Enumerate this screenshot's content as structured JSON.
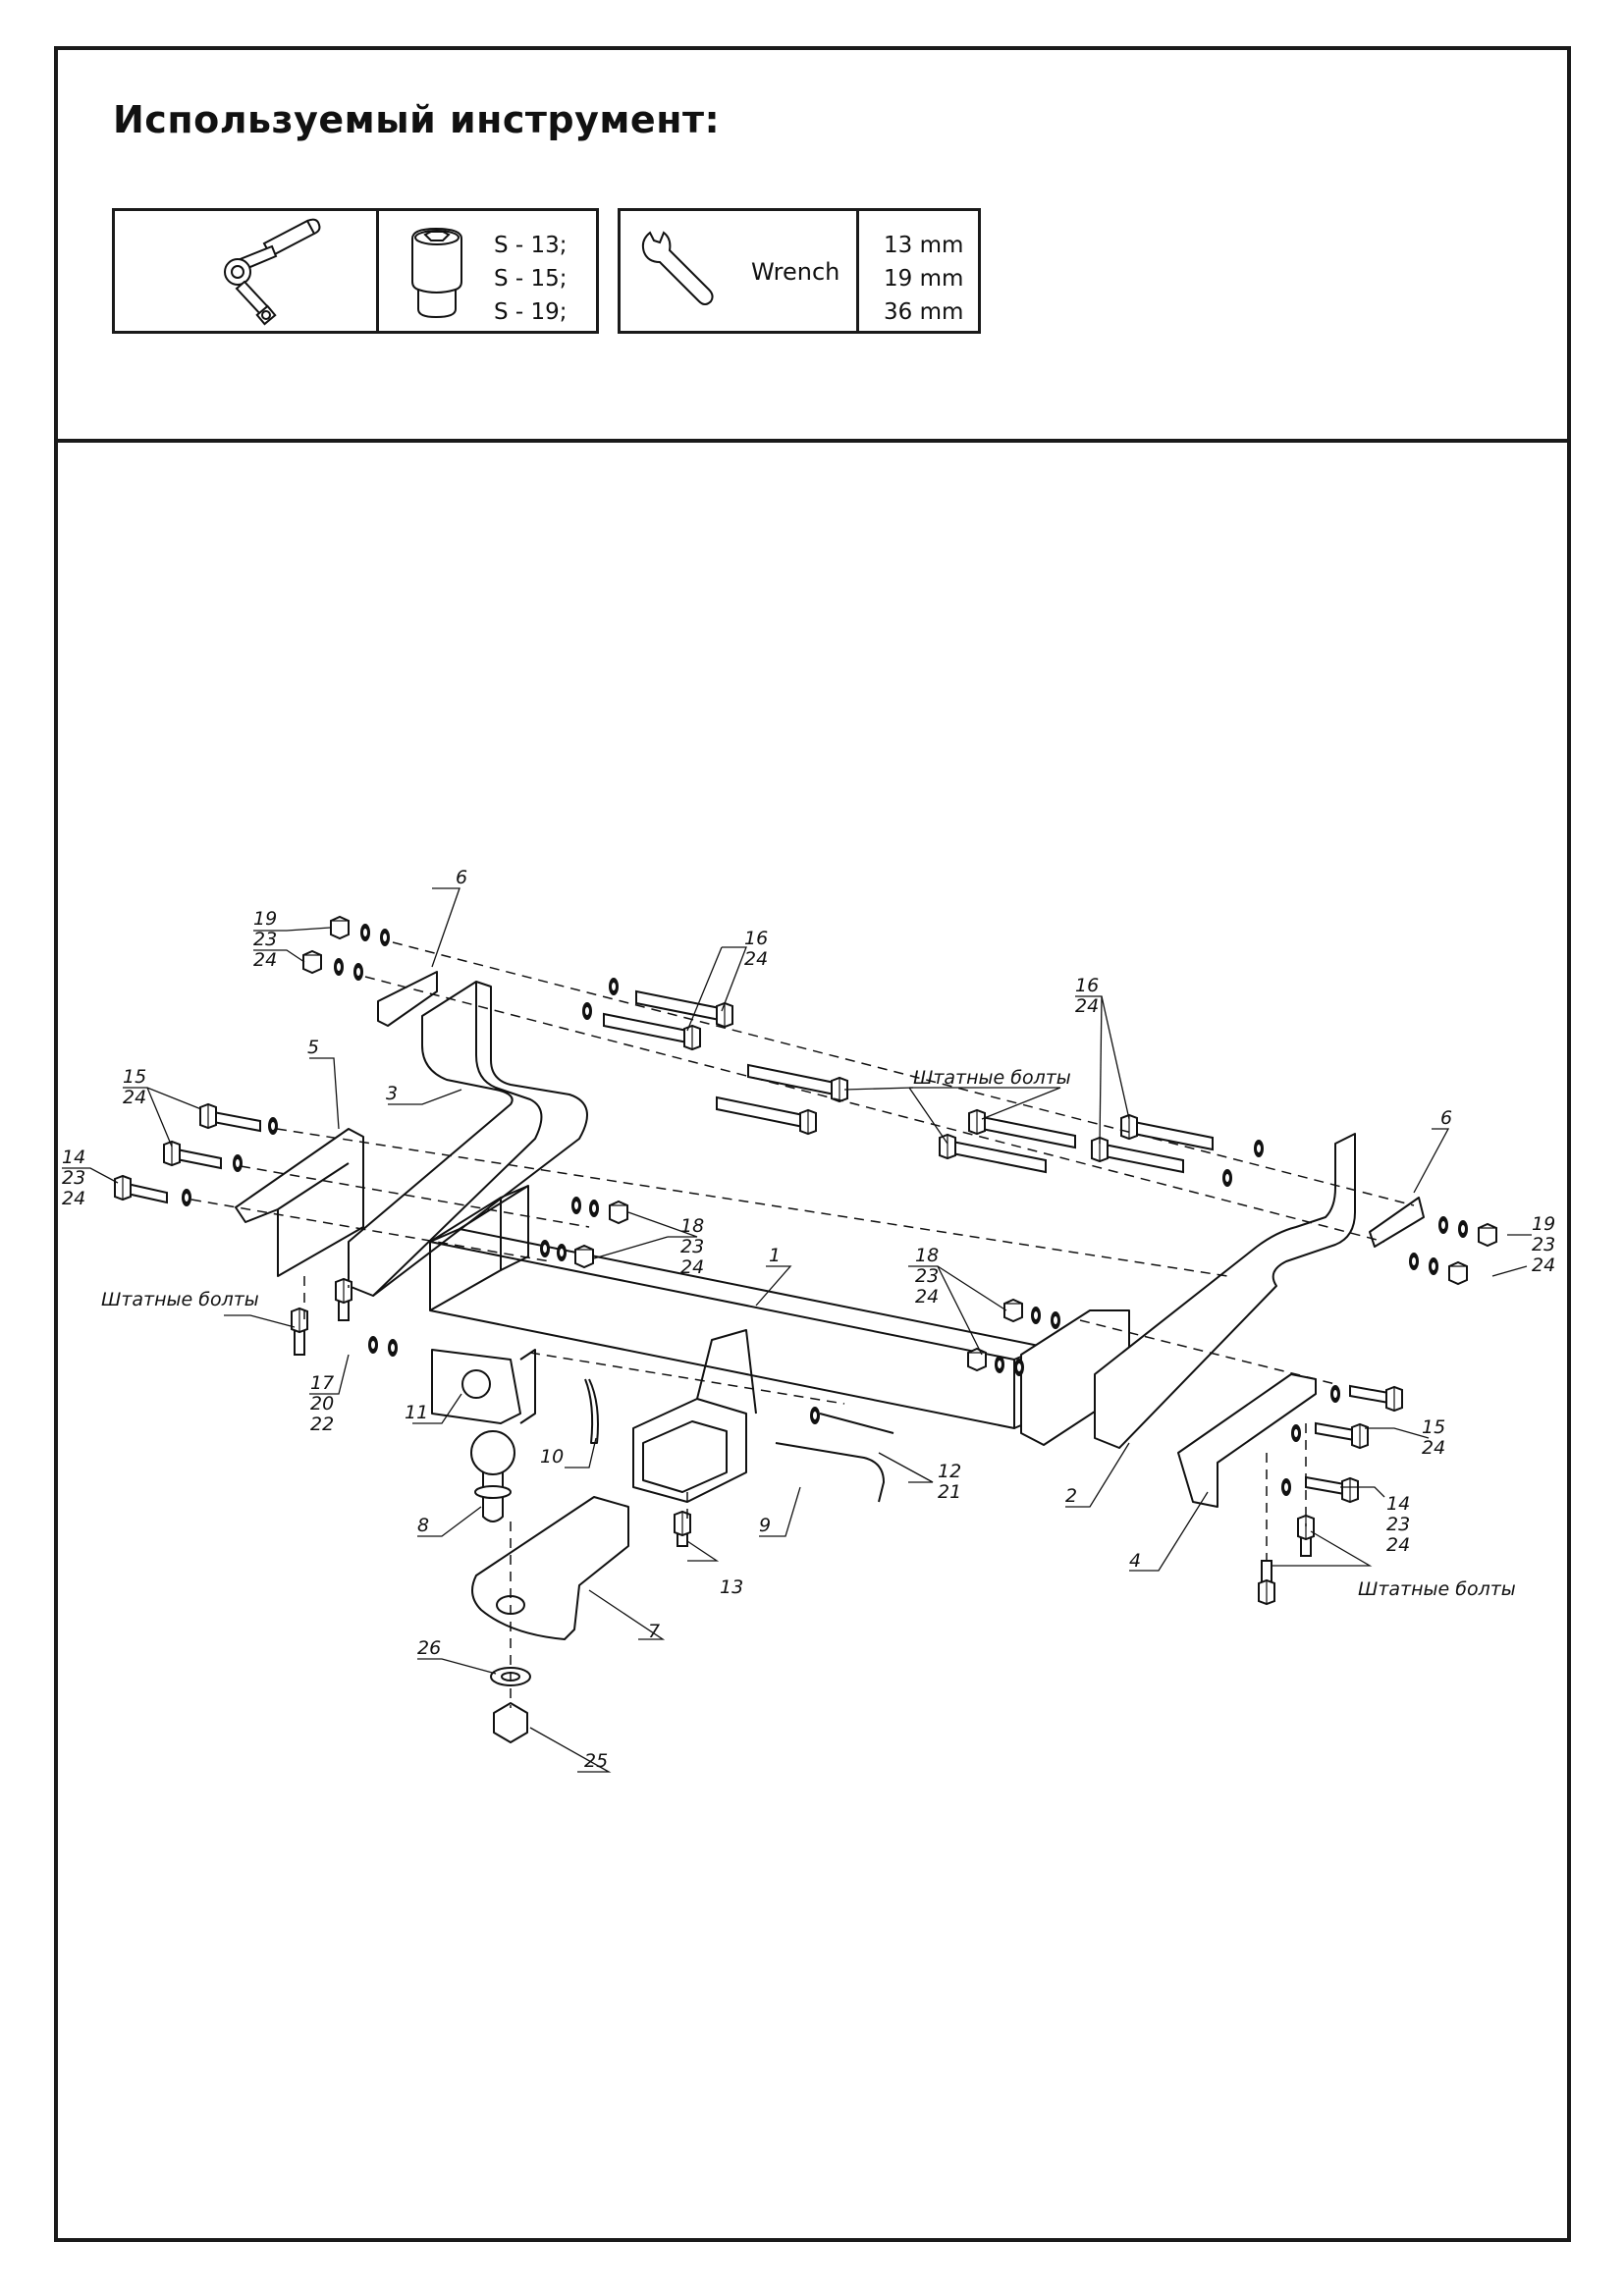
{
  "header": {
    "title": "Используемый инструмент:"
  },
  "tools": {
    "socket_sizes": [
      "S - 13;",
      "S - 15;",
      "S - 19;"
    ],
    "wrench_label": "Wrench",
    "wrench_sizes": [
      "13 mm",
      "19 mm",
      "36 mm"
    ],
    "icons": [
      "ratchet-icon",
      "socket-icon",
      "wrench-icon"
    ]
  },
  "diagram": {
    "labels": {
      "p1": "1",
      "p2": "2",
      "p3": "3",
      "p4": "4",
      "p5": "5",
      "p6a": "6",
      "p6b": "6",
      "p7": "7",
      "p8": "8",
      "p9": "9",
      "p10": "10",
      "p11": "11",
      "p13": "13",
      "p25": "25",
      "p26": "26",
      "g19_tl": [
        "19",
        "23",
        "24"
      ],
      "g16_a": [
        "16",
        "24"
      ],
      "g16_b": [
        "16",
        "24"
      ],
      "g15_l": [
        "15",
        "24"
      ],
      "g14_l": [
        "14",
        "23",
        "24"
      ],
      "g18_a": [
        "18",
        "23",
        "24"
      ],
      "g18_b": [
        "18",
        "23",
        "24"
      ],
      "g17": [
        "17",
        "20",
        "22"
      ],
      "g12": [
        "12",
        "21"
      ],
      "g19_r": [
        "19",
        "23",
        "24"
      ],
      "g15_r": [
        "15",
        "24"
      ],
      "g14_r": [
        "14",
        "23",
        "24"
      ],
      "std_bolts_a": "Штатные болты",
      "std_bolts_b": "Штатные болты",
      "std_bolts_c": "Штатные болты"
    }
  }
}
